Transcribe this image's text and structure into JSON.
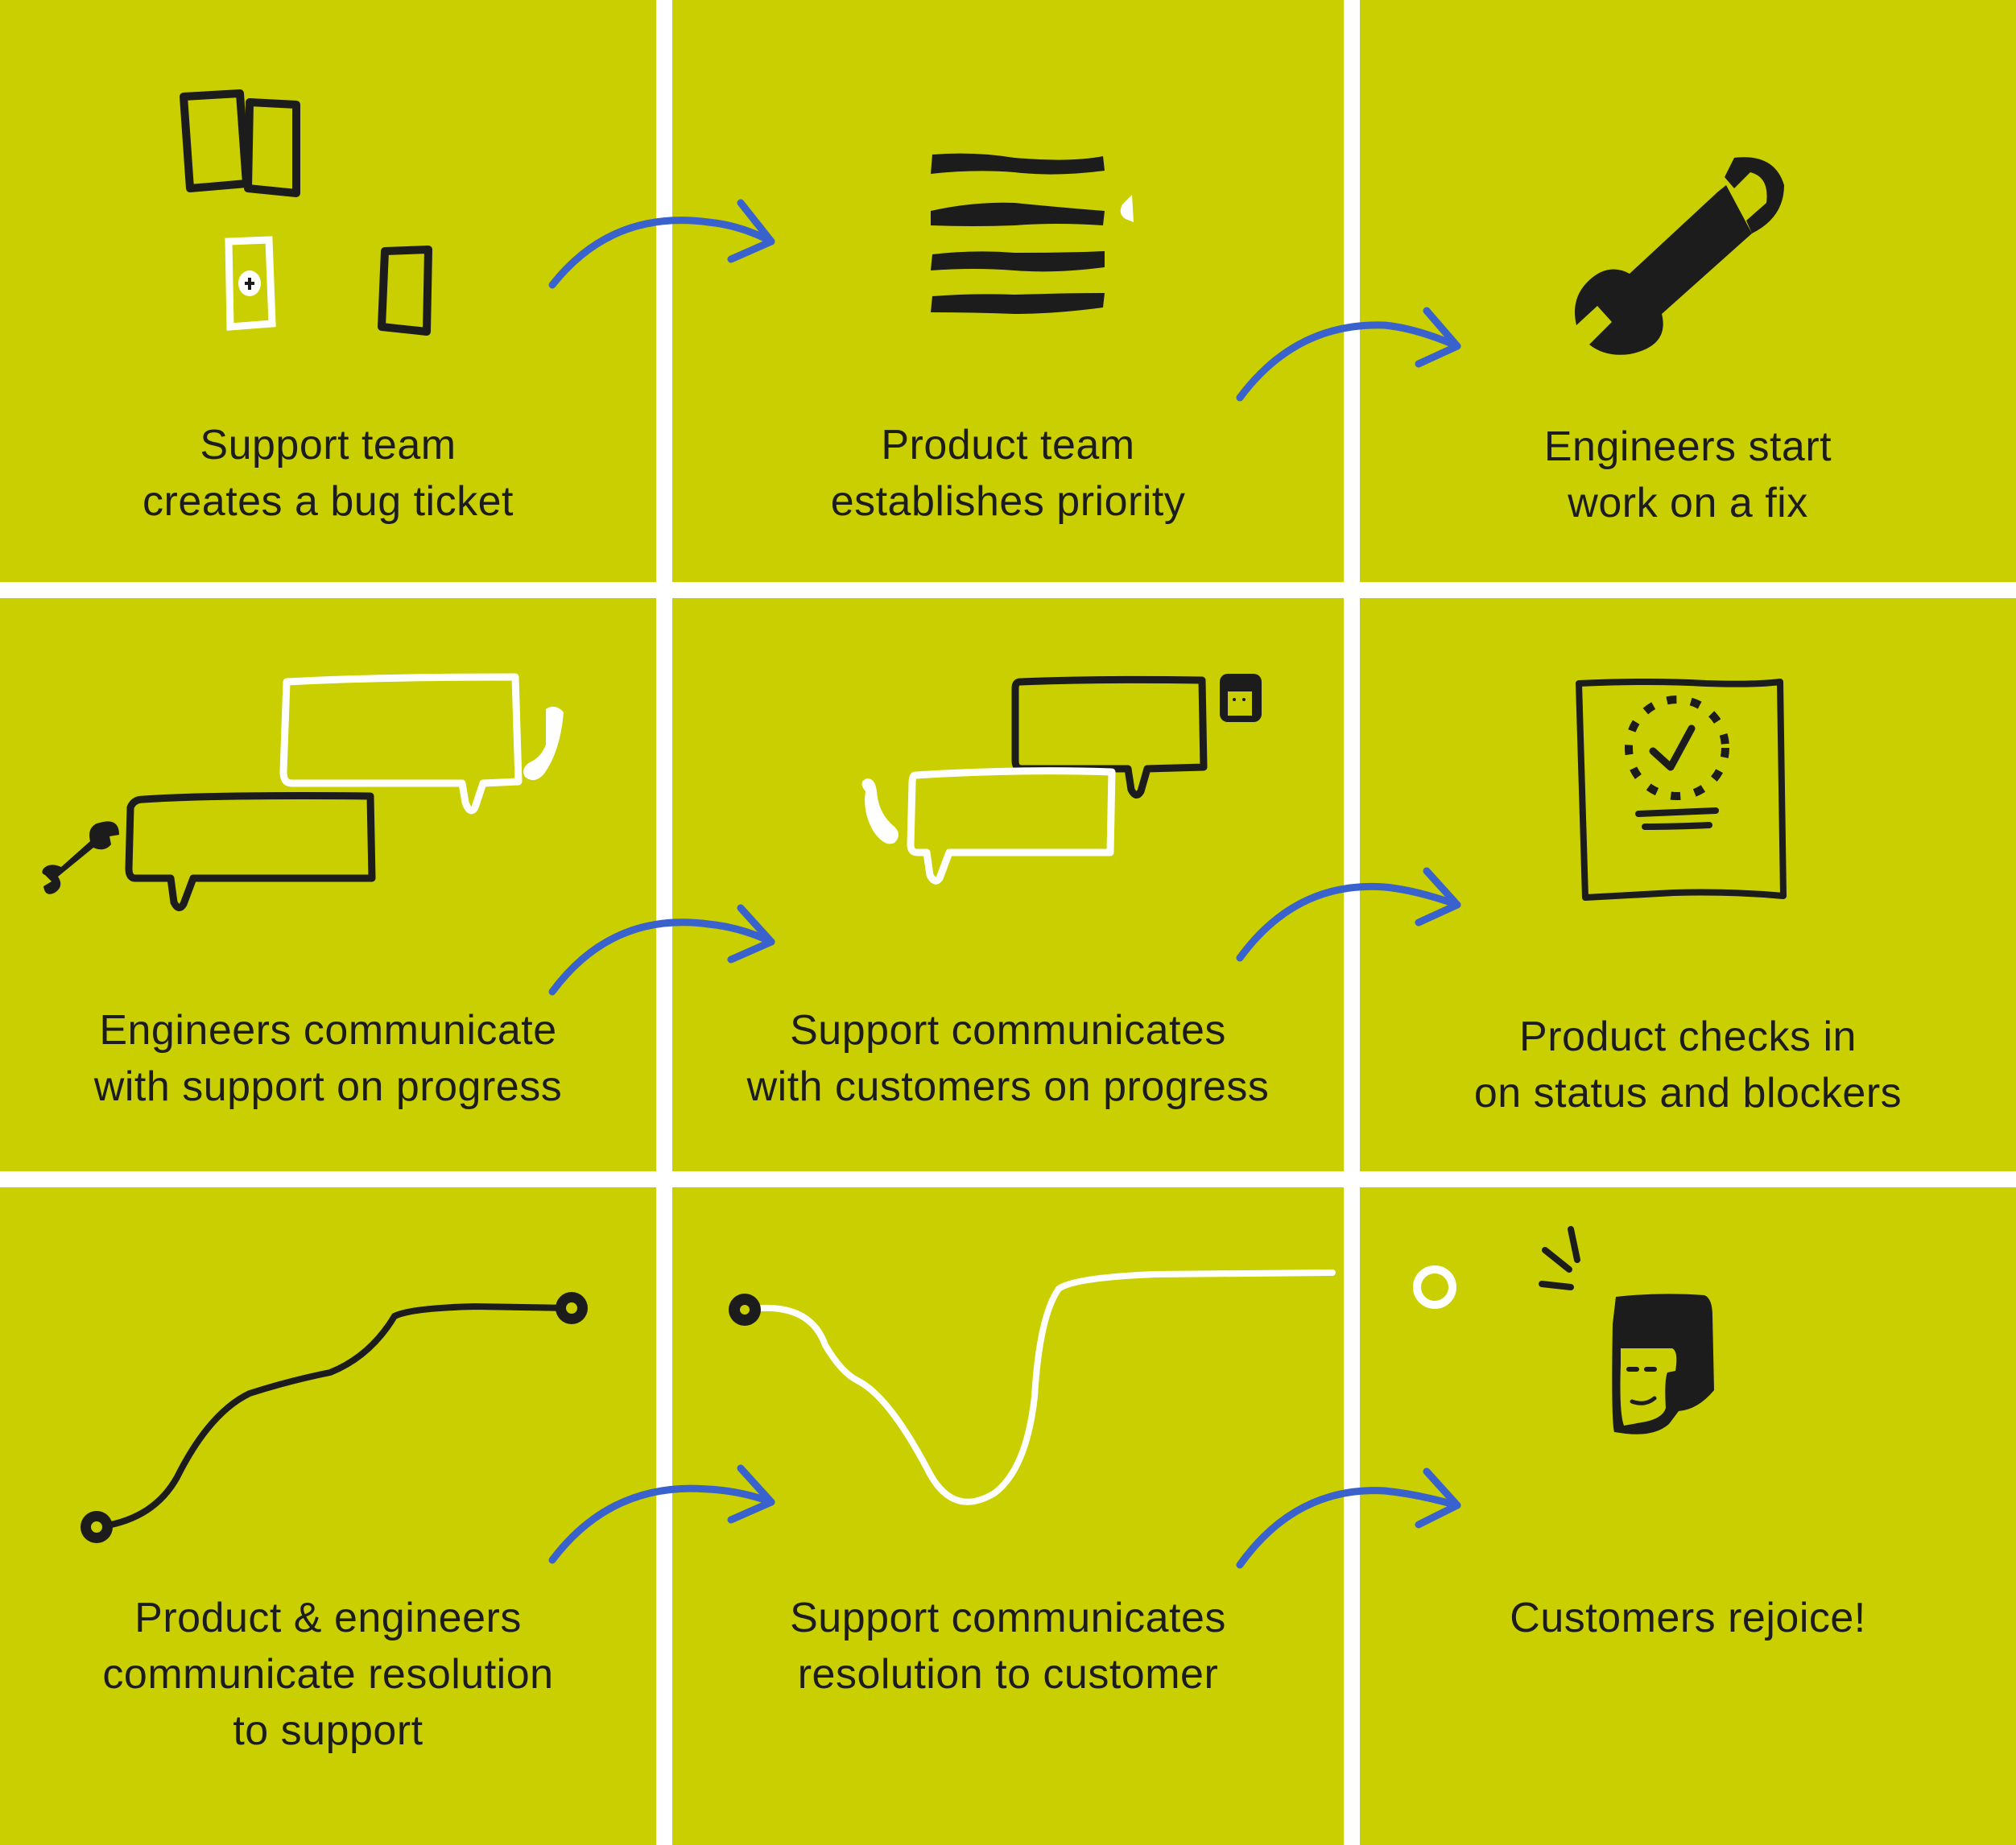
{
  "colors": {
    "background_cell": "#c9cf00",
    "grid_lines": "#ffffff",
    "ink": "#1c1c1c",
    "arrow": "#3a62cc",
    "highlight": "#ffffff"
  },
  "steps": [
    {
      "index": 1,
      "icon": "bug-ticket-cards-icon",
      "caption": [
        "Support team",
        "creates a bug ticket"
      ]
    },
    {
      "index": 2,
      "icon": "priority-list-icon",
      "caption": [
        "Product team",
        "establishes priority"
      ]
    },
    {
      "index": 3,
      "icon": "wrench-icon",
      "caption": [
        "Engineers start",
        "work on a fix"
      ]
    },
    {
      "index": 4,
      "icon": "speech-bubbles-wrench-phone-icon",
      "caption": [
        "Engineers communicate",
        "with support on progress"
      ]
    },
    {
      "index": 5,
      "icon": "speech-bubbles-phone-customer-icon",
      "caption": [
        "Support communicates",
        "with customers on progress"
      ]
    },
    {
      "index": 6,
      "icon": "status-checklist-icon",
      "caption": [
        "Product checks in",
        "on status and blockers"
      ]
    },
    {
      "index": 7,
      "icon": "winding-path-icon",
      "caption": [
        "Product & engineers",
        "communicate resolution",
        "to support"
      ]
    },
    {
      "index": 8,
      "icon": "winding-path-white-icon",
      "caption": [
        "Support communicates",
        "resolution to customer"
      ]
    },
    {
      "index": 9,
      "icon": "happy-customer-icon",
      "caption": [
        "Customers rejoice!"
      ]
    }
  ],
  "connectors": [
    {
      "from": 1,
      "to": 2,
      "icon": "arrow-right-icon"
    },
    {
      "from": 2,
      "to": 3,
      "icon": "arrow-right-icon"
    },
    {
      "from": 4,
      "to": 5,
      "icon": "arrow-right-icon"
    },
    {
      "from": 5,
      "to": 6,
      "icon": "arrow-right-icon"
    },
    {
      "from": 7,
      "to": 8,
      "icon": "arrow-right-icon"
    },
    {
      "from": 8,
      "to": 9,
      "icon": "arrow-right-icon"
    }
  ]
}
